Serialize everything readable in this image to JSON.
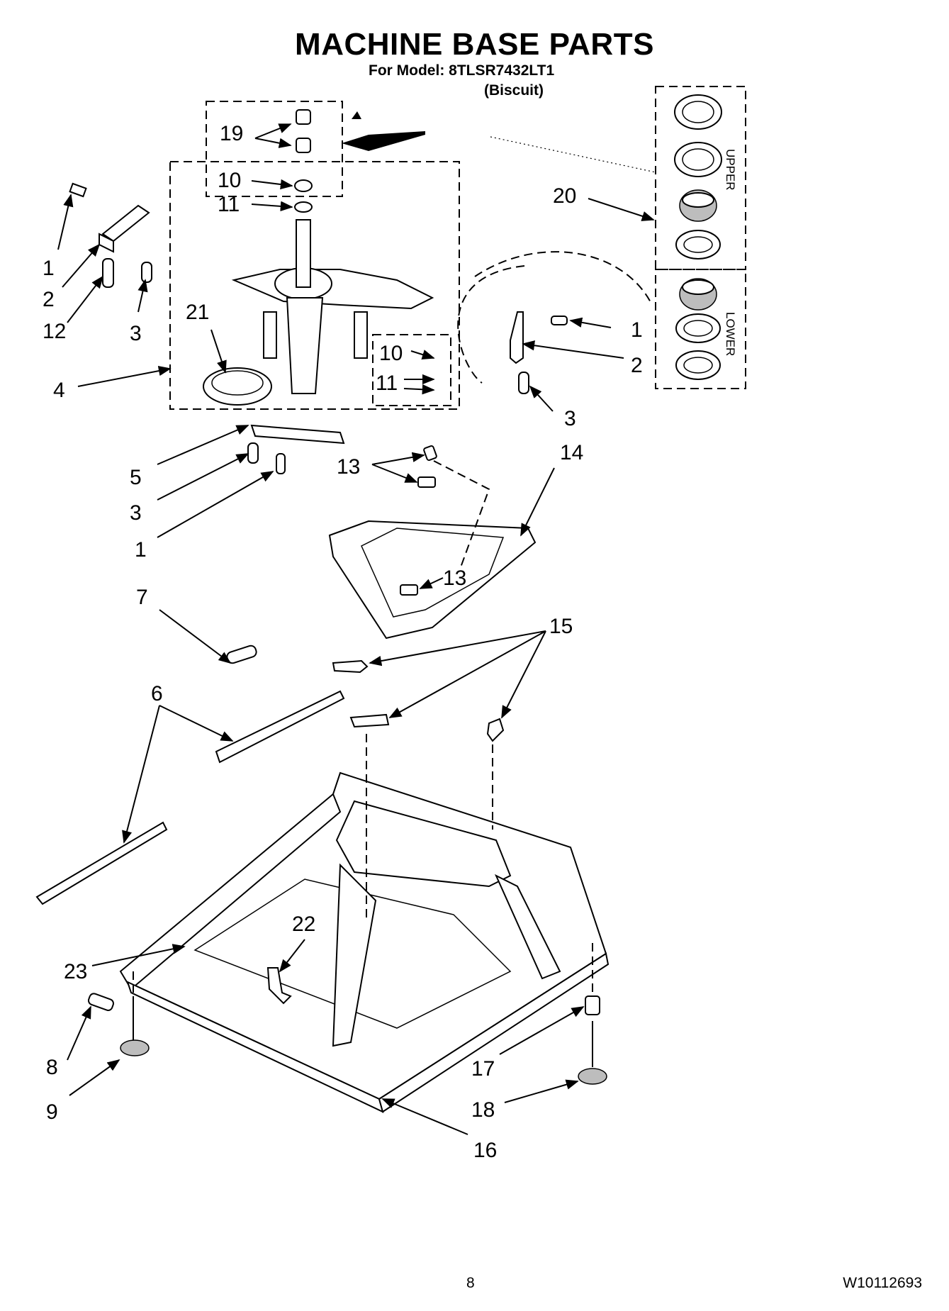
{
  "header": {
    "title": "MACHINE BASE PARTS",
    "model_line": "For Model: 8TLSR7432LT1",
    "variant": "(Biscuit)"
  },
  "inset": {
    "upper_label": "UPPER",
    "lower_label": "LOWER"
  },
  "callouts": {
    "c1a": "1",
    "c1b": "1",
    "c1c": "1",
    "c2a": "2",
    "c2b": "2",
    "c3a": "3",
    "c3b": "3",
    "c3c": "3",
    "c4": "4",
    "c5": "5",
    "c6": "6",
    "c7": "7",
    "c8": "8",
    "c9": "9",
    "c10a": "10",
    "c10b": "10",
    "c11a": "11",
    "c11b": "11",
    "c12": "12",
    "c13a": "13",
    "c13b": "13",
    "c14": "14",
    "c15": "15",
    "c16": "16",
    "c17": "17",
    "c18": "18",
    "c19": "19",
    "c20": "20",
    "c21": "21",
    "c22": "22",
    "c23": "23"
  },
  "footer": {
    "page_number": "8",
    "document_number": "W10112693"
  }
}
